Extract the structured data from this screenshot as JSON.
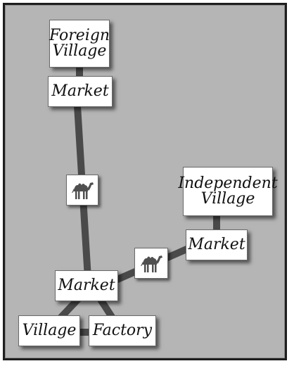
{
  "nodes": {
    "foreign_village": {
      "line1": "Foreign",
      "line2": "Village"
    },
    "market_top": {
      "label": "Market"
    },
    "independent_village": {
      "line1": "Independent",
      "line2": "Village"
    },
    "market_right": {
      "label": "Market"
    },
    "market_center": {
      "label": "Market"
    },
    "village": {
      "label": "Village"
    },
    "factory": {
      "label": "Factory"
    }
  },
  "icons": {
    "route_icon_1": "camel-icon",
    "route_icon_2": "camel-icon"
  },
  "colors": {
    "background": "#b5b5b5",
    "frame_border": "#1e1e1e",
    "road": "#4a4a4a",
    "node_fill": "#ffffff",
    "camel": "#4f4f4f"
  }
}
